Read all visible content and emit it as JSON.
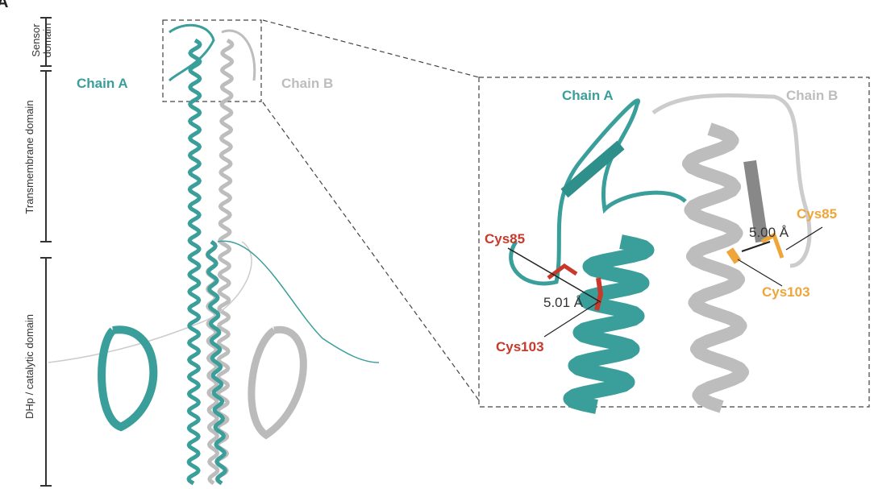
{
  "panel_label": "A",
  "domains": {
    "sensor": "Sensor domain",
    "sensor_line1": "Sensor",
    "sensor_line2": "domain",
    "transmembrane": "Transmembrane domain",
    "catalytic": "DHp / catalytic domain"
  },
  "overview": {
    "chain_a": "Chain A",
    "chain_b": "Chain B"
  },
  "inset": {
    "chain_a": "Chain A",
    "chain_b": "Chain B",
    "chain_a_cys85": "Cys85",
    "chain_a_cys103": "Cys103",
    "chain_a_distance": "5.01 Å",
    "chain_b_cys85": "Cys85",
    "chain_b_cys103": "Cys103",
    "chain_b_distance": "5.00 Å"
  },
  "colors": {
    "chain_a": "#3a9e9a",
    "chain_b": "#bdbdbd",
    "cys_a": "#c8392b",
    "cys_b": "#eea53a"
  }
}
